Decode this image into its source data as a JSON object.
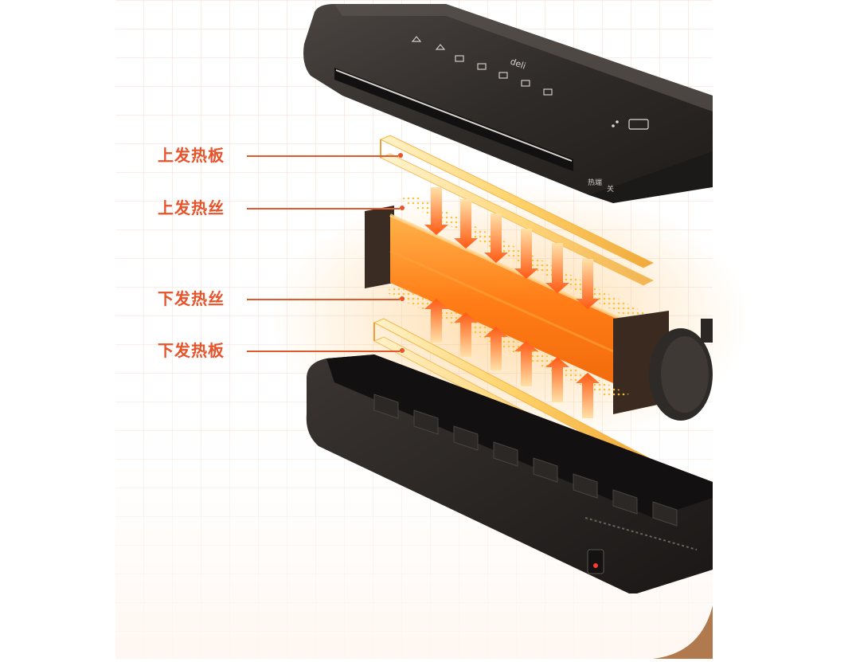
{
  "labels": {
    "upper_plate": "上发热板",
    "upper_wire": "上发热丝",
    "lower_wire": "下发热丝",
    "lower_plate": "下发热板"
  },
  "device": {
    "brand": "deli",
    "port_label_left": "热端",
    "port_label_right": "关"
  },
  "colors": {
    "label_text": "#e8532a",
    "grid_line": "#f3d7cc",
    "device_body": "#2e2a27",
    "heat_glow": "#ff8a1e",
    "arrow": "#ff6a1a",
    "base_corner": "#b07a4e"
  },
  "icons": [
    "heat-down-arrow-icon",
    "heat-up-arrow-icon",
    "power-switch-icon"
  ]
}
